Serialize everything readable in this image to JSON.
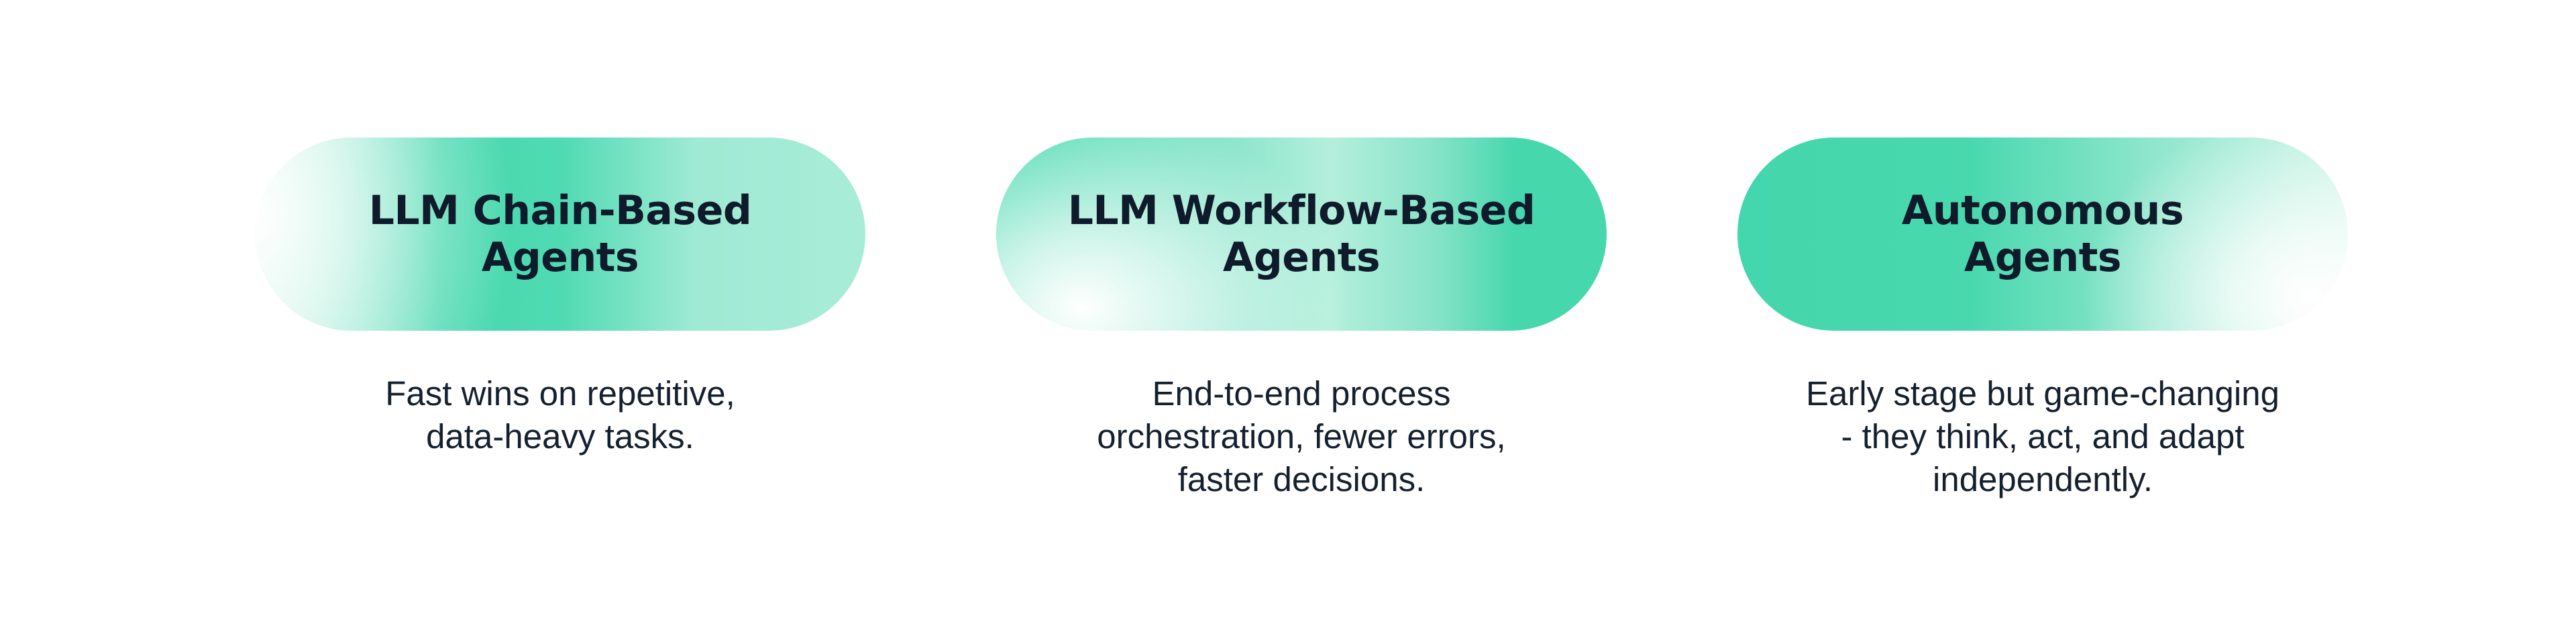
{
  "cards": [
    {
      "title_line1": "LLM Chain-Based",
      "title_line2": "Agents",
      "desc_line1": "Fast wins on repetitive,",
      "desc_line2": "data-heavy tasks.",
      "desc_line3": ""
    },
    {
      "title_line1": "LLM Workflow-Based",
      "title_line2": "Agents",
      "desc_line1": "End-to-end process",
      "desc_line2": "orchestration, fewer errors,",
      "desc_line3": "faster decisions."
    },
    {
      "title_line1": "Autonomous",
      "title_line2": "Agents",
      "desc_line1": "Early stage but game-changing",
      "desc_line2": "- they think, act, and adapt",
      "desc_line3": "independently."
    }
  ],
  "colors": {
    "mint": "#47d8ae",
    "mint_light": "#a8ecd7",
    "text_dark": "#0f1a2b",
    "background": "#ffffff"
  }
}
